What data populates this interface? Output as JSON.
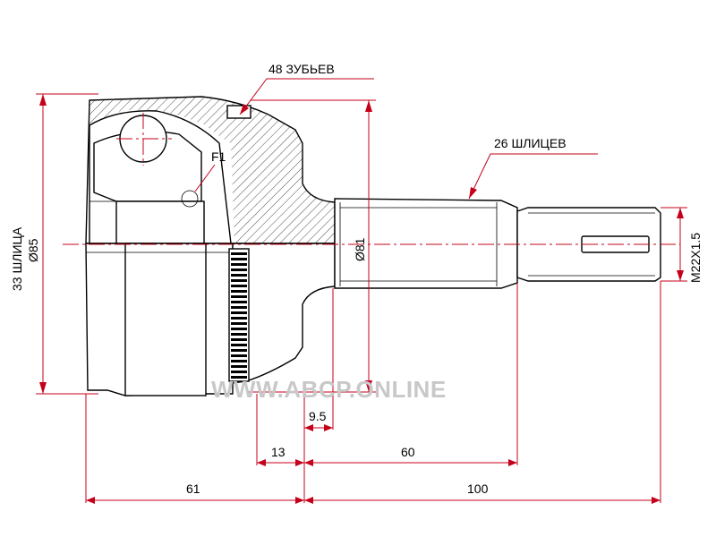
{
  "labels": {
    "teeth": "48 ЗУБЬЕВ",
    "splines_outer": "26 ШЛИЦЕВ",
    "splines_inner": "33 ШЛИЦА",
    "dia_inner": "Ø85",
    "dia_abs": "Ø81",
    "thread": "M22X1.5",
    "f1": "F1"
  },
  "dimensions": {
    "d_9_5": "9.5",
    "d_13": "13",
    "d_60": "60",
    "d_61": "61",
    "d_100": "100"
  },
  "watermark": "WWW.ABCP.ONLINE",
  "colors": {
    "dimension": "#c4001a",
    "outline": "#000000",
    "watermark": "#c8c8c8"
  }
}
